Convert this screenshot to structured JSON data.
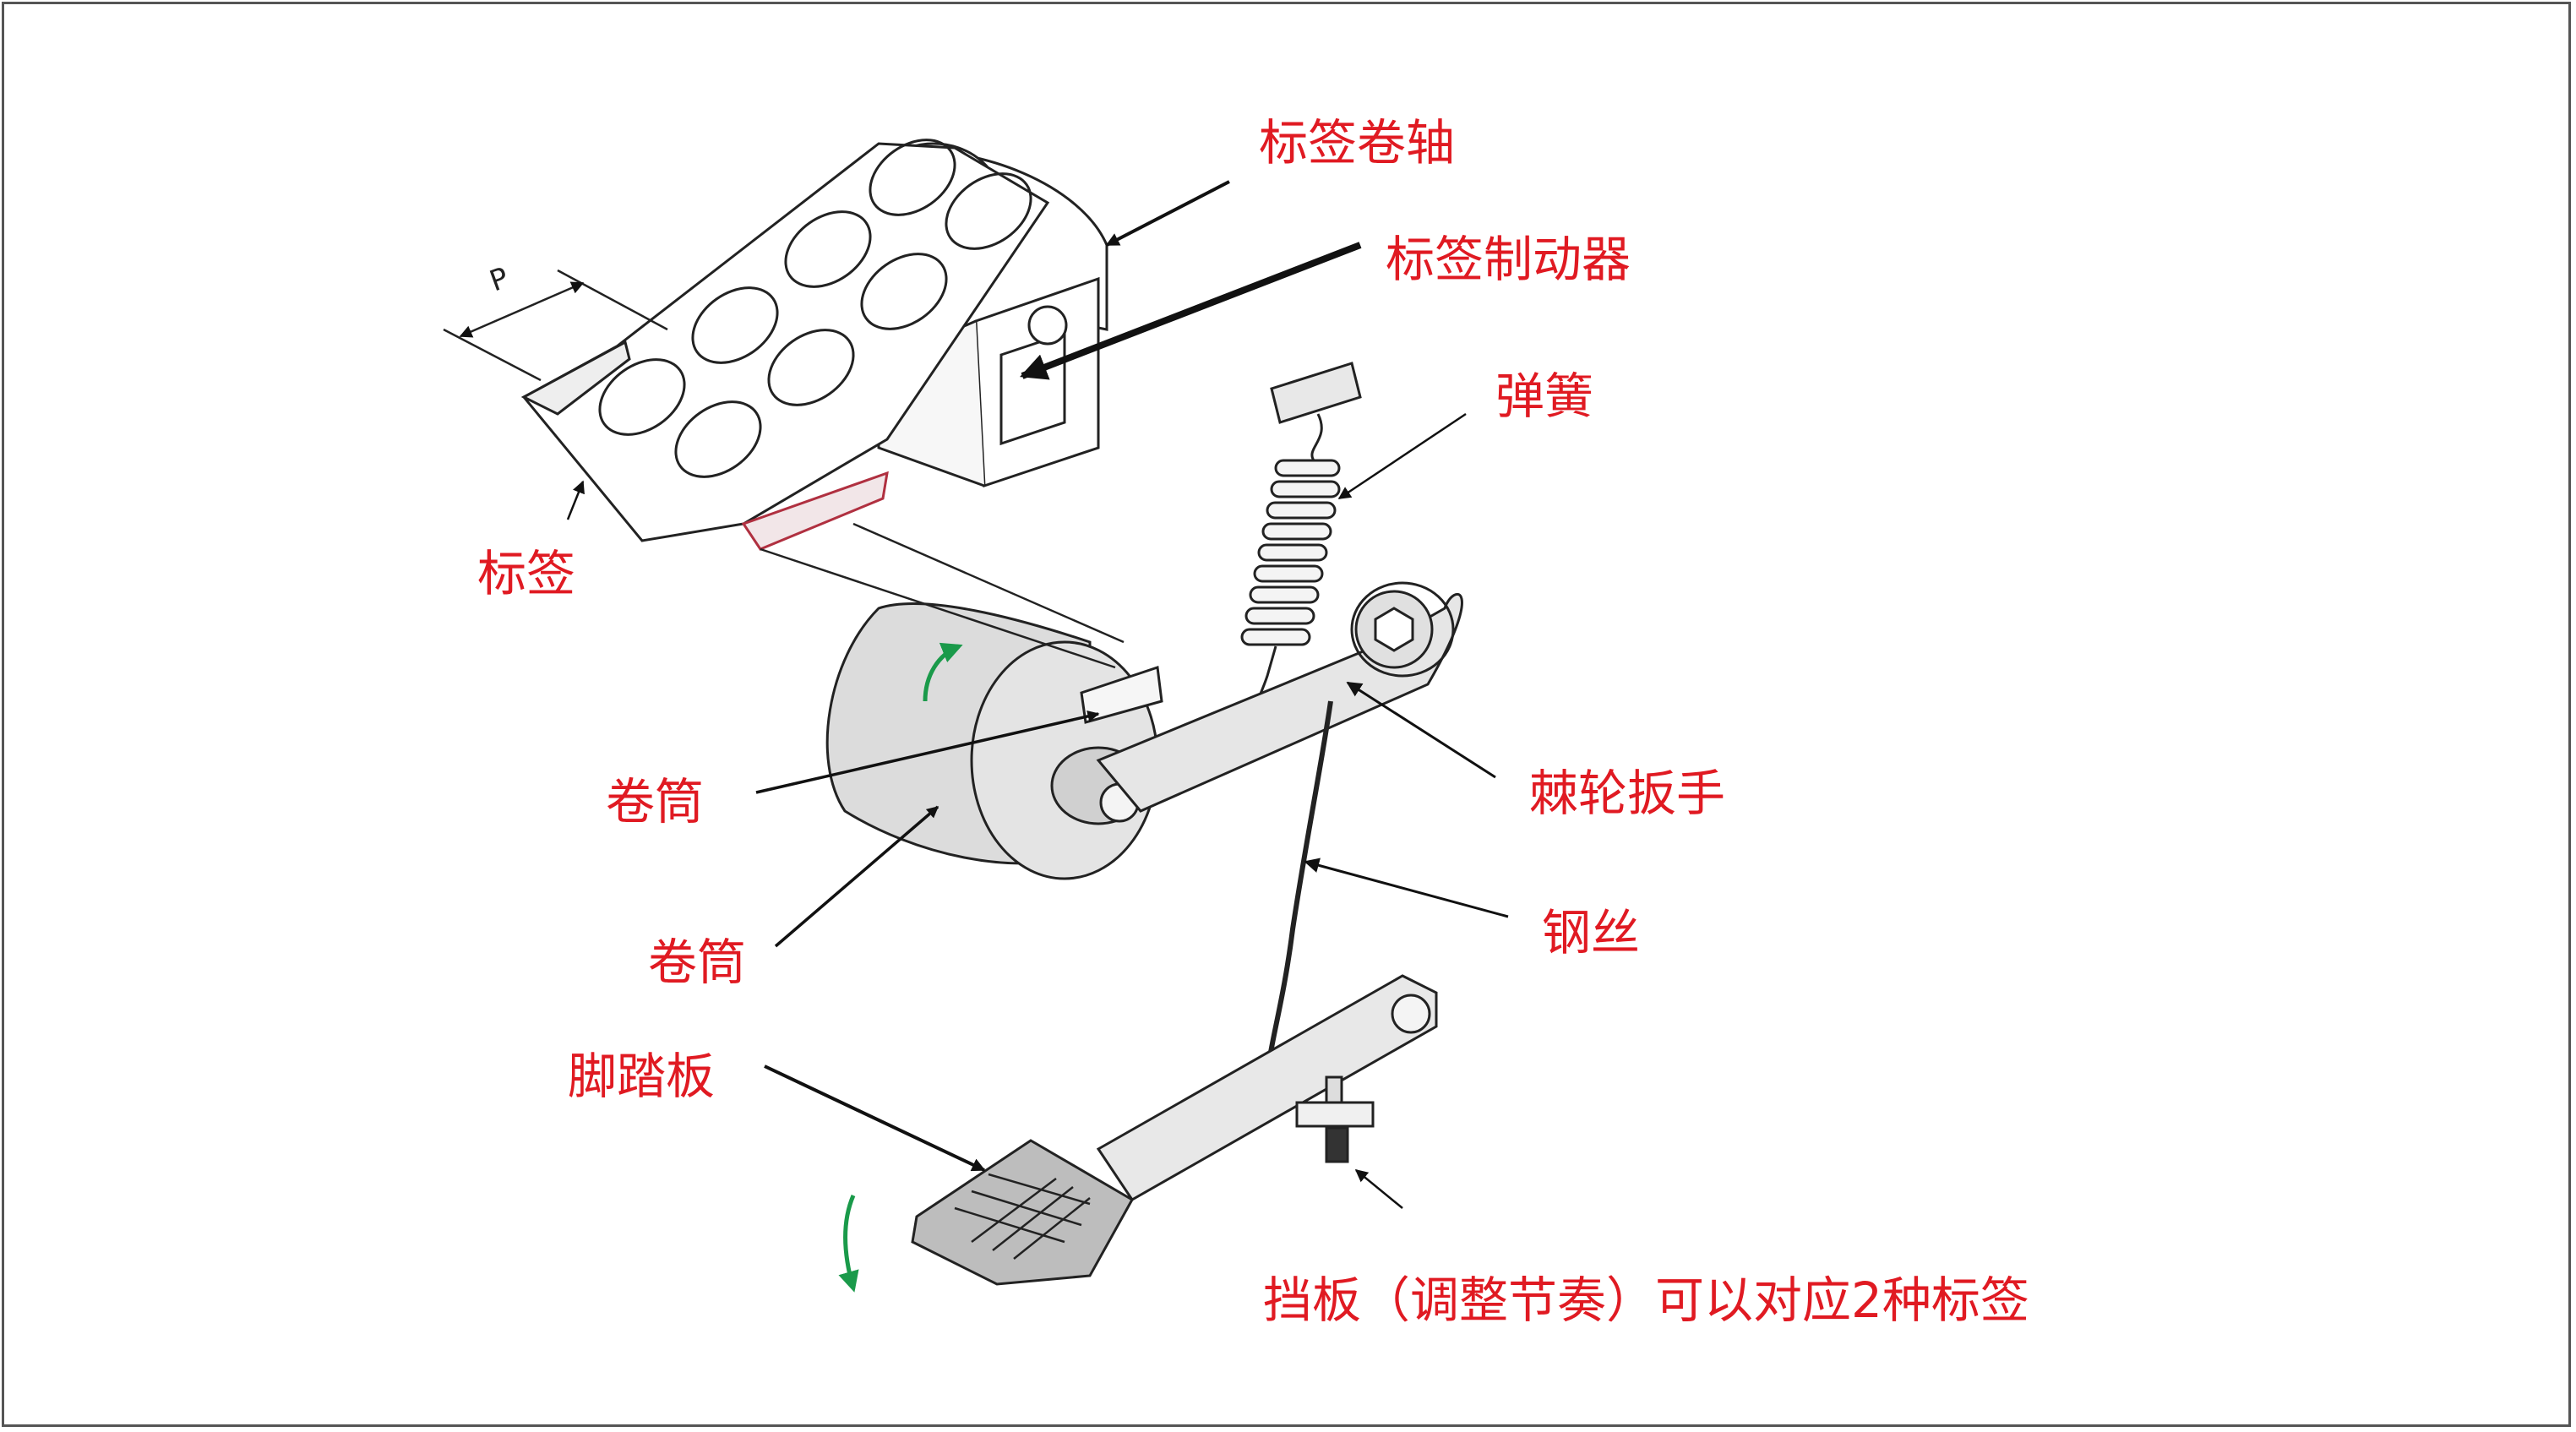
{
  "labels": {
    "label_roll": "标签卷轴",
    "label_brake": "标签制动器",
    "spring": "弹簧",
    "label": "标签",
    "drum_1": "卷筒",
    "drum_2": "卷筒",
    "ratchet_wrench": "棘轮扳手",
    "steel_wire": "钢丝",
    "pedal": "脚踏板",
    "baffle_note": "挡板（调整节奏）可以对应2种标签",
    "pitch_symbol": "P"
  },
  "colors": {
    "label_text": "#e01a22",
    "line_art": "#222222",
    "arrow_green": "#1a9a4a",
    "accent_red": "#b03040"
  }
}
